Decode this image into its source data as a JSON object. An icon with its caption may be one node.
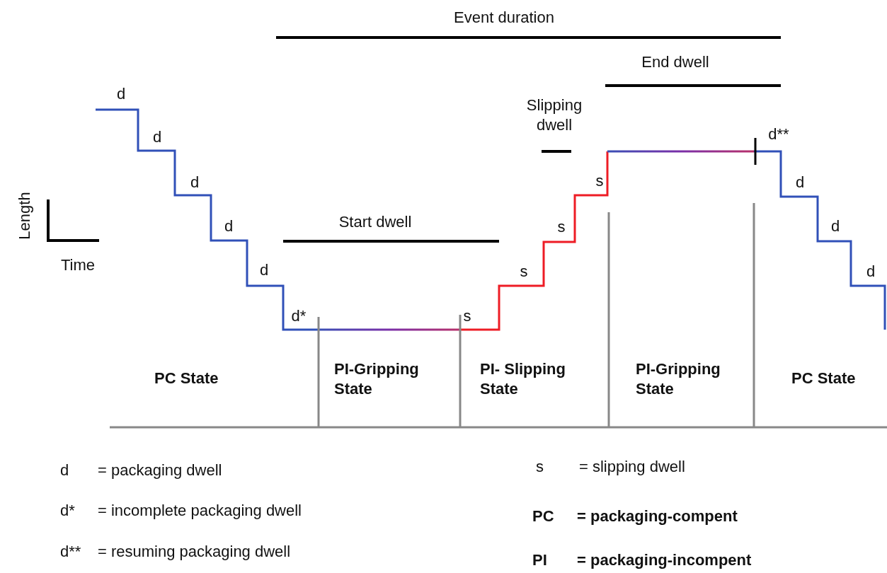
{
  "diagram": {
    "labels": [
      "Event duration",
      "End dwell",
      "d",
      "Slipping dwell",
      "d",
      "d**",
      "d",
      "s",
      "d",
      "Length",
      "d",
      "Start dwell",
      "s",
      "d",
      "Time",
      "d",
      "s",
      "d",
      "d*",
      "s",
      "PC State",
      "PI-Gripping State",
      "PI- Slipping State",
      "PI-Gripping State",
      "PC State",
      "d",
      "= packaging dwell",
      "s",
      "= slipping dwell",
      "d*",
      "= incomplete packaging dwell",
      "PC",
      "= packaging-compent",
      "d**",
      "= resuming packaging dwell",
      "PI",
      "= packaging-incompent"
    ]
  }
}
